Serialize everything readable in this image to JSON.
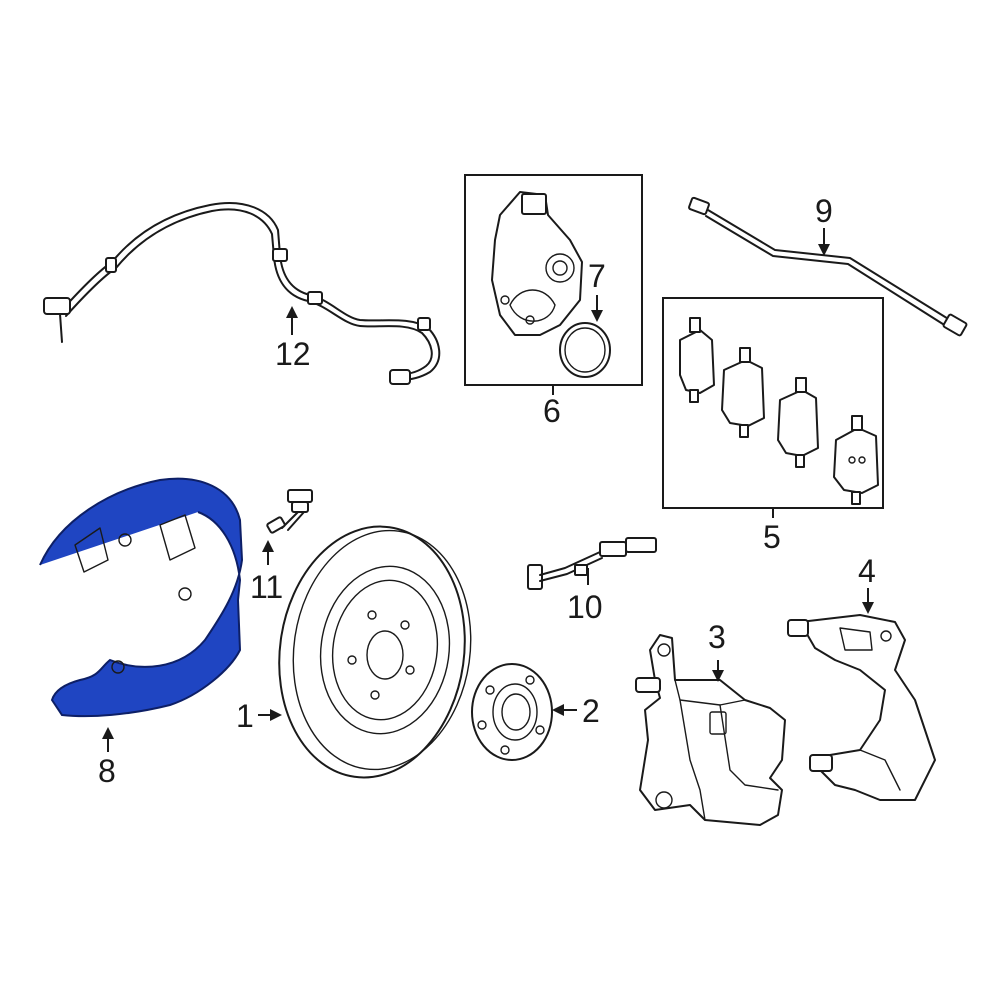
{
  "colors": {
    "highlight": "#1f45c2",
    "highlight_stroke": "#0d1f66",
    "line": "#1a1a1a",
    "background": "#ffffff"
  },
  "callouts": {
    "c1": "1",
    "c2": "2",
    "c3": "3",
    "c4": "4",
    "c5": "5",
    "c6": "6",
    "c7": "7",
    "c8": "8",
    "c9": "9",
    "c10": "10",
    "c11": "11",
    "c12": "12"
  }
}
